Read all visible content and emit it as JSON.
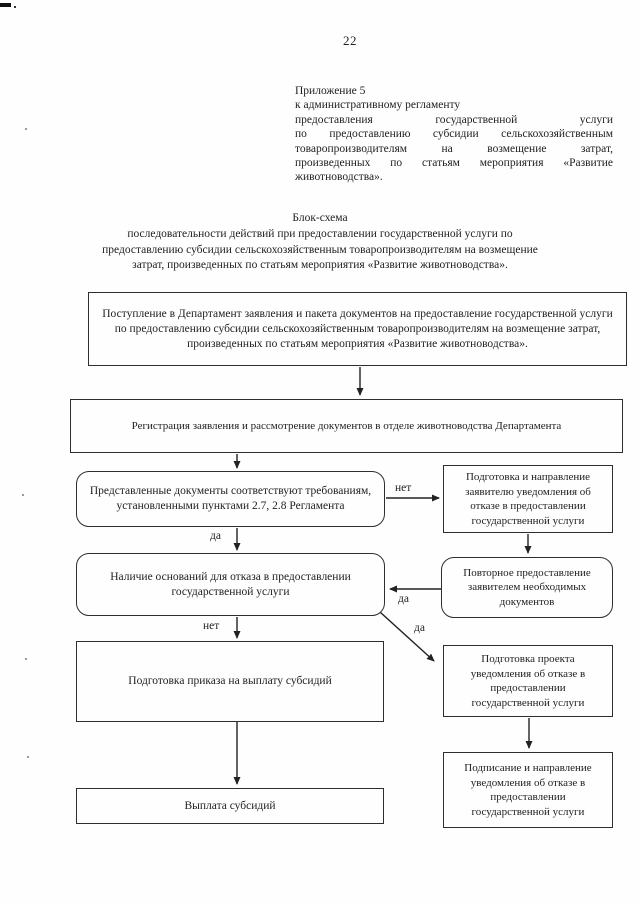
{
  "page": {
    "number": "22"
  },
  "header": {
    "lines": [
      "Приложение 5",
      "к административному регламенту",
      "предоставления государственной услуги",
      "по предоставлению субсидии сельскохозяйственным",
      "товаропроизводителям на возмещение затрат,",
      "произведенных по статьям мероприятия «Развитие",
      "животноводства»."
    ]
  },
  "title": {
    "lines": [
      "Блок-схема",
      "последовательности действий при предоставлении государственной услуги по",
      "предоставлению субсидии сельскохозяйственным товаропроизводителям на возмещение",
      "затрат, произведенных по статьям мероприятия «Развитие животноводства»."
    ]
  },
  "flowchart": {
    "boxes": {
      "intake": {
        "shape": "rect",
        "text": "Поступление в Департамент заявления  и пакета документов на предоставление государственной услуги по предоставлению субсидии сельскохозяйственным товаропроизводителям на возмещение  затрат, произведенных по статьям мероприятия «Развитие животноводства»."
      },
      "registration": {
        "shape": "rect",
        "text": "Регистрация  заявления и рассмотрение  документов в  отделе животноводства Департамента"
      },
      "docs_check": {
        "shape": "rounded",
        "text": "Представленные документы соответствуют требованиям,  установленными пунктами 2.7, 2.8 Регламента"
      },
      "refusal_notice": {
        "shape": "rect",
        "text": "Подготовка и направление заявителю уведомления об отказе в предоставлении государственной услуги"
      },
      "grounds_check": {
        "shape": "rounded",
        "text": "Наличие оснований для отказа в предоставлении государственной услуги"
      },
      "resubmission": {
        "shape": "rounded",
        "text": "Повторное предоставление заявителем необходимых документов"
      },
      "order_prepare": {
        "shape": "rect",
        "text": "Подготовка  приказа на выплату субсидий"
      },
      "draft_refusal": {
        "shape": "rect",
        "text": "Подготовка проекта уведомления об отказе в предоставлении государственной услуги"
      },
      "payout": {
        "shape": "rect",
        "text": "Выплата субсидий"
      },
      "sign_refusal": {
        "shape": "rect",
        "text": "Подписание и направление уведомления об отказе в предоставлении государственной услуги"
      }
    },
    "edge_labels": {
      "docs_no": "нет",
      "docs_yes": "да",
      "resubmit_yes": "да",
      "grounds_no": "нет",
      "grounds_yes": "да"
    },
    "colors": {
      "ink": "#222222",
      "paper": "#fefefe"
    }
  }
}
